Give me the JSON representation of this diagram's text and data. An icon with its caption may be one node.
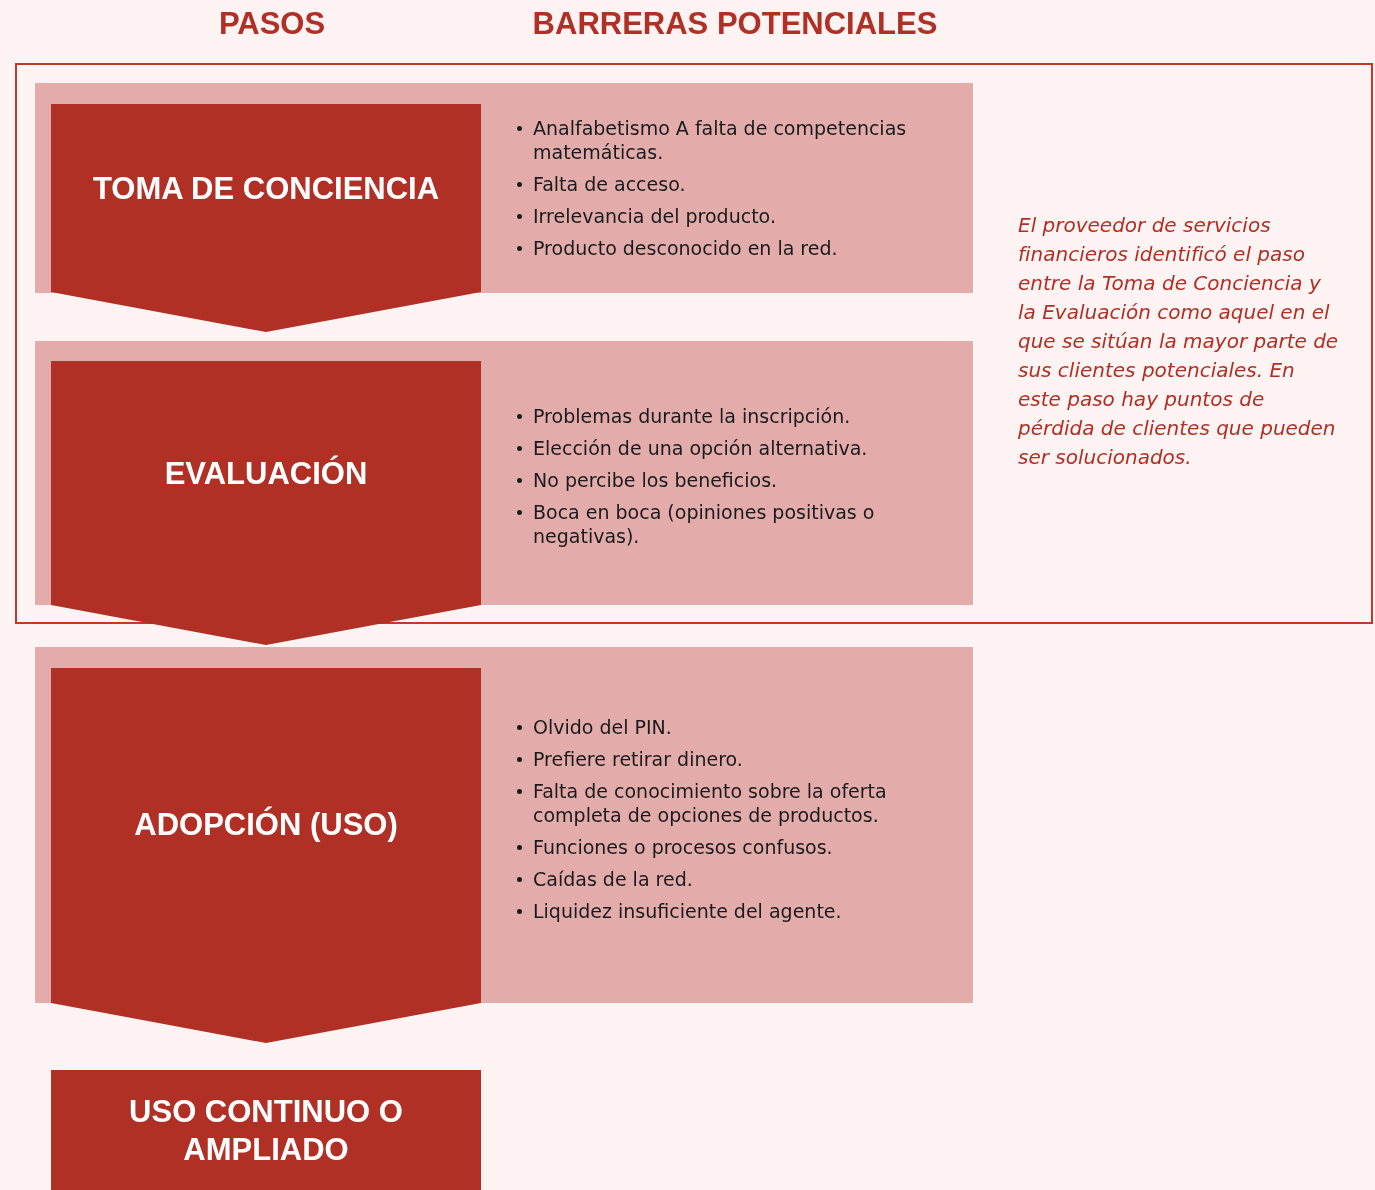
{
  "diagram": {
    "nodes": [
      {
        "text": [
          "El proveedor de servicios financieros identificó el paso entre la Toma de Conciencia y la Evaluación como aquel en el que se sitúan la mayor parte de sus clientes potenciales. En este paso hay puntos de pérdida de clientes que pueden ser solucionados."
        ]
      },
      {
        "text": [
          "Analfabetismo A falta de competencias matemáticas.",
          "Falta de acceso.",
          "Irrelevancia del producto.",
          "Producto desconocido en la red."
        ],
        "in": 0
      },
      {
        "text": [
          "TOMA DE CONCIENCIA"
        ],
        "in": 1
      },
      {
        "text": [
          "Problemas durante la inscripción.",
          "Elección de una opción alternativa.",
          "No percibe los beneficios.",
          "Boca en boca (opiniones positivas o negativas)."
        ],
        "in": 0
      },
      {
        "text": [
          "EVALUACIÓN"
        ],
        "in": 3
      },
      {
        "text": [
          "Olvido del PIN.",
          "Prefiere retirar dinero.",
          "Falta de conocimiento sobre la oferta completa de opciones de productos.",
          "Funciones o procesos confusos.",
          "Caídas de la red.",
          "Liquidez insuficiente del agente."
        ]
      },
      {
        "text": [
          "ADOPCIÓN (USO)"
        ],
        "in": 5
      },
      {
        "text": [
          "USO CONTINUO O AMPLIADO"
        ]
      }
    ],
    "edges": [
      {
        "from": 2,
        "to": 4,
        "arrow": "to"
      },
      {
        "from": 4,
        "to": 6,
        "arrow": "to"
      },
      {
        "from": 6,
        "to": 7,
        "arrow": "to"
      }
    ],
    "labels": [
      "PASOS",
      "BARRERAS POTENCIALES"
    ]
  }
}
